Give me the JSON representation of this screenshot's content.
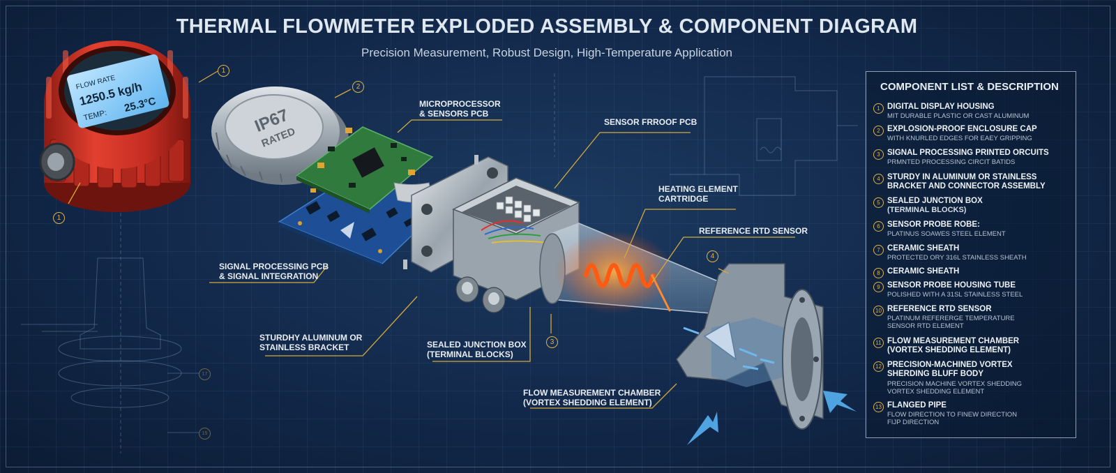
{
  "header": {
    "title": "THERMAL FLOWMETER EXPLODED ASSEMBLY & COMPONENT DIAGRAM",
    "subtitle": "Precision Measurement, Robust Design, High-Temperature Application"
  },
  "display": {
    "line1_label": "FLOW RATE",
    "line1_value": "1250.5 kg/h",
    "line2_label": "TEMP:",
    "line2_value": "25.3°C"
  },
  "cap": {
    "text_line1": "IP67",
    "text_line2": "RATED"
  },
  "callouts": {
    "microprocessor": "MICROPROCESSOR\n& SENSORS PCB",
    "sensor_proof_pcb": "SENSOR FRROOF PCB",
    "heating_element": "HEATING ELEMENT\nCARTRIDGE",
    "reference_rtd": "REFERENCE RTD SENSOR",
    "signal_processing": "SIGNAL PROCESSING PCB\n& SIGNAL INTEGRATION",
    "bracket": "STURDHY ALUMINUM OR\nSTAINLESS BRACKET",
    "junction_box": "SEALED JUNCTION BOX\n(TERMINAL BLOCKS)",
    "flow_chamber": "FLOW MEASUREMENT CHAMBER\n(VORTEX SHEDDING ELEMENT)"
  },
  "badges": {
    "housing_top": "1",
    "housing_bottom": "1",
    "cap": "2",
    "junction": "3",
    "chamber": "4",
    "ghost_a": "17",
    "ghost_b": "15"
  },
  "component_list": {
    "title": "COMPONENT LIST & DESCRIPTION",
    "items": [
      {
        "num": "1",
        "name": "DIGITAL DISPLAY HOUSING",
        "desc": "MIT DURABLE PLASTIC OR CAST ALUMINUM"
      },
      {
        "num": "2",
        "name": "EXPLOSION-PROOF ENCLOSURE CAP",
        "desc": "WITH KNURLED EDGES FOR EAEY GRIPPING"
      },
      {
        "num": "3",
        "name": "SIGNAL PROCESSING PRINTED ORCUITS",
        "desc": "PRMNTED PROCESSING CIRCIT BATIDS"
      },
      {
        "num": "4",
        "name": "STURDY IN ALUMINUM OR STAINLESS\nBRACKET AND CONNECTOR ASSEMBLY",
        "desc": ""
      },
      {
        "num": "5",
        "name": "SEALED JUNCTION BOX",
        "desc": "(TERMINAL BLOCKS)"
      },
      {
        "num": "6",
        "name": "SENSOR PROBE ROBE:",
        "desc": "PLATINUS SOAWES STEEL ELEMENT"
      },
      {
        "num": "7",
        "name": "CERAMIC SHEATH",
        "desc": "PROTECTED ORY 316L STAINLESS SHEATH"
      },
      {
        "num": "8",
        "name": "CERAMIC SHEATH",
        "desc": ""
      },
      {
        "num": "9",
        "name": "SENSOR PROBE HOUSING TUBE",
        "desc": "POLISHED WITH A 31SL STAINLESS STEEL"
      },
      {
        "num": "10",
        "name": "REFERENCE RTD SENSOR",
        "desc": "PLATINUM REFERERGE TEMPERATURE\nSENSOR RTD ELEMENT"
      },
      {
        "num": "11",
        "name": "FLOW MEASUREMENT CHAMBER\n(VORTEX SHEDDING ELEMENT)",
        "desc": ""
      },
      {
        "num": "12",
        "name": "PRECISION-MACHINED VORTEX\nSHERDING BLUFF BODY",
        "desc": "PRECISION MACHINE VORTEX SHEDDING\nVORTEX SHEDDING ELEMENT"
      },
      {
        "num": "13",
        "name": "FLANGED PIPE",
        "desc": "FLOW DIRECTION TO FINEW DIRECTION\nFIJP DIRECTION"
      }
    ]
  },
  "colors": {
    "background": "#12284a",
    "accent_gold": "#e0b34a",
    "housing_red": "#d93b2e",
    "pcb_green": "#2f7a3c",
    "pcb_blue": "#2a5fa8",
    "heater_orange": "#ff6a1a",
    "flow_blue": "#4fa3e0"
  }
}
